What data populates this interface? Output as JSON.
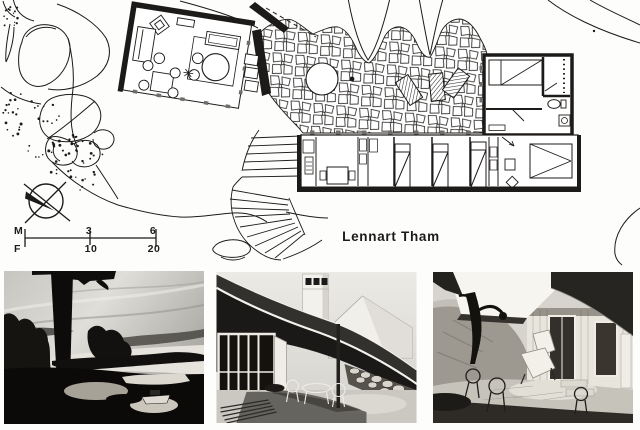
{
  "page": {
    "background": "#fdfdfc",
    "ink_color": "#1d1b19"
  },
  "plan": {
    "caption": "Lennart Tham",
    "scale_bar": {
      "meters_label": "M",
      "feet_label": "F",
      "meters_mid_tick": "3",
      "meters_end_tick": "6",
      "feet_mid_tick": "10",
      "feet_end_tick": "20"
    },
    "icons": {
      "compass": "compass-north-arrow-icon"
    }
  }
}
